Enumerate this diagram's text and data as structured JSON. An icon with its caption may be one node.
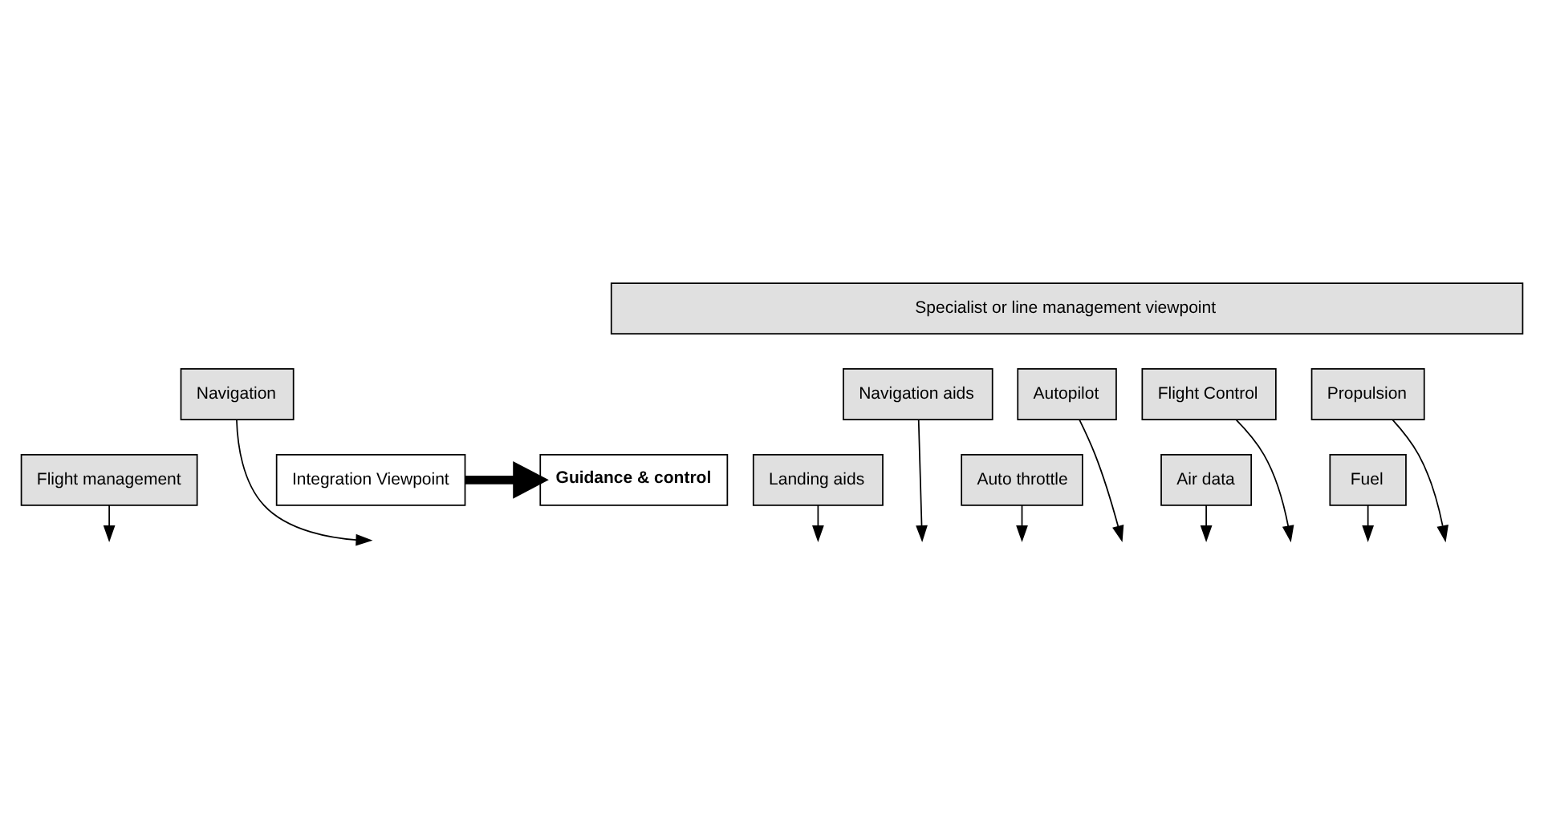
{
  "diagram": {
    "nodes": [
      {
        "text": [
          "Specialist or line management viewpoint"
        ]
      },
      {
        "text": [
          "Navigation"
        ]
      },
      {
        "text": [
          "Navigation aids"
        ]
      },
      {
        "text": [
          "Autopilot"
        ]
      },
      {
        "text": [
          "Flight Control"
        ]
      },
      {
        "text": [
          "Propulsion"
        ]
      },
      {
        "text": [
          "Flight management"
        ]
      },
      {
        "text": [
          "Landing aids"
        ]
      },
      {
        "text": [
          "Auto throttle"
        ]
      },
      {
        "text": [
          "Air data"
        ]
      },
      {
        "text": [
          "Fuel"
        ]
      },
      {
        "text": [
          "Integration Viewpoint"
        ]
      },
      {
        "text": [
          "Guidance & control"
        ]
      }
    ],
    "edges": [
      {
        "from": 1,
        "to": null,
        "arrow": "to"
      },
      {
        "from": 6,
        "to": null,
        "arrow": "to"
      },
      {
        "from": 2,
        "to": null,
        "arrow": "to"
      },
      {
        "from": 7,
        "to": null,
        "arrow": "to"
      },
      {
        "from": 3,
        "to": null,
        "arrow": "to"
      },
      {
        "from": 8,
        "to": null,
        "arrow": "to"
      },
      {
        "from": 4,
        "to": null,
        "arrow": "to"
      },
      {
        "from": 9,
        "to": null,
        "arrow": "to"
      },
      {
        "from": 5,
        "to": null,
        "arrow": "to"
      },
      {
        "from": 10,
        "to": null,
        "arrow": "to"
      },
      {
        "from": 11,
        "to": 12,
        "arrow": "to",
        "style": "thick"
      }
    ]
  }
}
